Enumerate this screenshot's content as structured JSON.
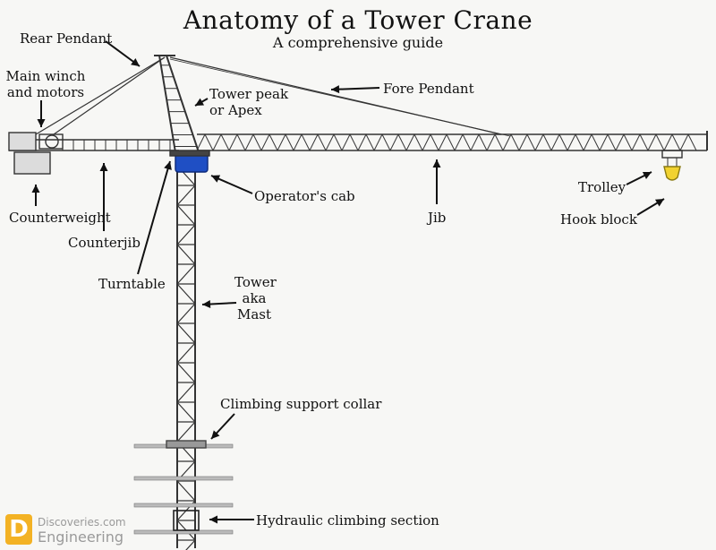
{
  "title": "Anatomy of a Tower Crane",
  "subtitle": "A comprehensive guide",
  "labels": {
    "rear_pendant": "Rear Pendant",
    "main_winch_1": "Main winch",
    "main_winch_2": "and motors",
    "tower_peak_1": "Tower peak",
    "tower_peak_2": "or Apex",
    "fore_pendant": "Fore Pendant",
    "operators_cab": "Operator's cab",
    "jib": "Jib",
    "trolley": "Trolley",
    "hook_block": "Hook block",
    "counterweight": "Counterweight",
    "counterjib": "Counterjib",
    "turntable": "Turntable",
    "tower_1": "Tower",
    "tower_2": "aka",
    "tower_3": "Mast",
    "climbing_collar": "Climbing support collar",
    "hydraulic_section": "Hydraulic climbing section"
  },
  "logo": {
    "mark": "D",
    "line1": "Discoveries.com",
    "line2": "Engineering"
  },
  "colors": {
    "cab": "#1f4fc4",
    "hook_block": "#f1d230",
    "steel": "#333333"
  }
}
